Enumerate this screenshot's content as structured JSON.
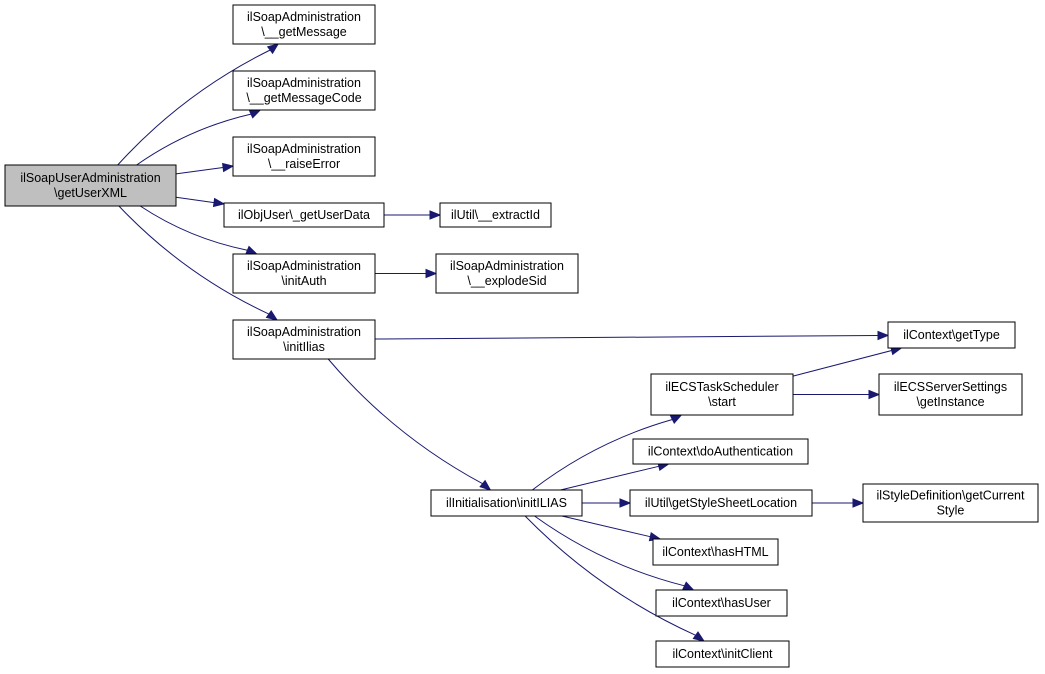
{
  "graph": {
    "nodes": [
      {
        "id": "root",
        "lines": [
          "ilSoapUserAdministration",
          "\\getUserXML"
        ],
        "root": true
      },
      {
        "id": "getMessage",
        "lines": [
          "ilSoapAdministration",
          "\\__getMessage"
        ]
      },
      {
        "id": "getMessageCode",
        "lines": [
          "ilSoapAdministration",
          "\\__getMessageCode"
        ]
      },
      {
        "id": "raiseError",
        "lines": [
          "ilSoapAdministration",
          "\\__raiseError"
        ]
      },
      {
        "id": "getUserData",
        "lines": [
          "ilObjUser\\_getUserData"
        ]
      },
      {
        "id": "extractId",
        "lines": [
          "ilUtil\\__extractId"
        ]
      },
      {
        "id": "initAuth",
        "lines": [
          "ilSoapAdministration",
          "\\initAuth"
        ]
      },
      {
        "id": "explodeSid",
        "lines": [
          "ilSoapAdministration",
          "\\__explodeSid"
        ]
      },
      {
        "id": "initIlias",
        "lines": [
          "ilSoapAdministration",
          "\\initIlias"
        ]
      },
      {
        "id": "getType",
        "lines": [
          "ilContext\\getType"
        ]
      },
      {
        "id": "ecsStart",
        "lines": [
          "ilECSTaskScheduler",
          "\\start"
        ]
      },
      {
        "id": "ecsGetInstance",
        "lines": [
          "ilECSServerSettings",
          "\\getInstance"
        ]
      },
      {
        "id": "doAuth",
        "lines": [
          "ilContext\\doAuthentication"
        ]
      },
      {
        "id": "initILIAS",
        "lines": [
          "ilInitialisation\\initILIAS"
        ]
      },
      {
        "id": "styleSheet",
        "lines": [
          "ilUtil\\getStyleSheetLocation"
        ]
      },
      {
        "id": "currentStyle",
        "lines": [
          "ilStyleDefinition\\getCurrent",
          "Style"
        ]
      },
      {
        "id": "hasHTML",
        "lines": [
          "ilContext\\hasHTML"
        ]
      },
      {
        "id": "hasUser",
        "lines": [
          "ilContext\\hasUser"
        ]
      },
      {
        "id": "initClient",
        "lines": [
          "ilContext\\initClient"
        ]
      }
    ],
    "edges": [
      {
        "from": "root",
        "to": "getMessage"
      },
      {
        "from": "root",
        "to": "getMessageCode"
      },
      {
        "from": "root",
        "to": "raiseError"
      },
      {
        "from": "root",
        "to": "getUserData"
      },
      {
        "from": "root",
        "to": "initAuth"
      },
      {
        "from": "root",
        "to": "initIlias"
      },
      {
        "from": "getUserData",
        "to": "extractId"
      },
      {
        "from": "initAuth",
        "to": "explodeSid"
      },
      {
        "from": "initIlias",
        "to": "getType"
      },
      {
        "from": "initIlias",
        "to": "initILIAS"
      },
      {
        "from": "ecsStart",
        "to": "getType"
      },
      {
        "from": "ecsStart",
        "to": "ecsGetInstance"
      },
      {
        "from": "initILIAS",
        "to": "ecsStart"
      },
      {
        "from": "initILIAS",
        "to": "doAuth"
      },
      {
        "from": "initILIAS",
        "to": "styleSheet"
      },
      {
        "from": "initILIAS",
        "to": "hasHTML"
      },
      {
        "from": "initILIAS",
        "to": "hasUser"
      },
      {
        "from": "initILIAS",
        "to": "initClient"
      },
      {
        "from": "styleSheet",
        "to": "currentStyle"
      }
    ],
    "colors": {
      "edge": "#191970",
      "root_fill": "#bfbfbf",
      "node_fill": "#ffffff",
      "border": "#000000"
    }
  }
}
